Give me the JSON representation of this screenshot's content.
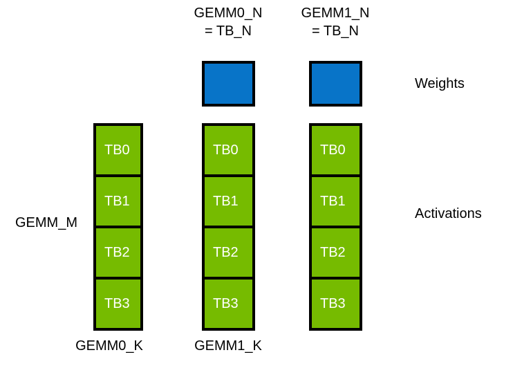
{
  "diagram": {
    "title_region": {
      "headers": [
        {
          "line1": "GEMM0_N",
          "line2": "= TB_N"
        },
        {
          "line1": "GEMM1_N",
          "line2": "= TB_N"
        }
      ]
    },
    "row_labels": {
      "weights": "Weights",
      "activations": "Activations"
    },
    "axis_labels": {
      "gemm_m": "GEMM_M",
      "gemm0_k": "GEMM0_K",
      "gemm1_k": "GEMM1_K"
    },
    "colors": {
      "weight_fill": "#0874C8",
      "activation_fill": "#76BB00",
      "border": "#000000",
      "cell_text": "#ffffff",
      "label_text": "#000000",
      "background": "#ffffff"
    },
    "weight_boxes": [
      {
        "name": "weight-box-gemm0",
        "fill": "#0874C8"
      },
      {
        "name": "weight-box-gemm1",
        "fill": "#0874C8"
      }
    ],
    "activation_stacks": [
      {
        "name": "activation-stack-left",
        "cells": [
          "TB0",
          "TB1",
          "TB2",
          "TB3"
        ]
      },
      {
        "name": "activation-stack-gemm0",
        "cells": [
          "TB0",
          "TB1",
          "TB2",
          "TB3"
        ]
      },
      {
        "name": "activation-stack-gemm1",
        "cells": [
          "TB0",
          "TB1",
          "TB2",
          "TB3"
        ]
      }
    ]
  }
}
